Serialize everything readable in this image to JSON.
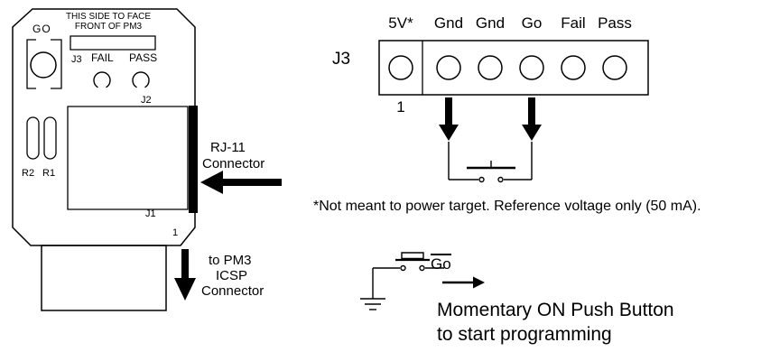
{
  "board": {
    "note_line1": "THIS SIDE TO FACE",
    "note_line2": "FRONT OF PM3",
    "go": "GO",
    "j3": "J3",
    "fail": "FAIL",
    "pass": "PASS",
    "j2": "J2",
    "r2": "R2",
    "r1": "R1",
    "j1": "J1",
    "pin1": "1"
  },
  "callouts": {
    "rj11_line1": "RJ-11",
    "rj11_line2": "Connector",
    "icsp_line1": "to PM3",
    "icsp_line2": "ICSP",
    "icsp_line3": "Connector"
  },
  "pinout": {
    "j3": "J3",
    "pin1": "1",
    "pins": [
      "5V*",
      "Gnd",
      "Gnd",
      "Go",
      "Fail",
      "Pass"
    ],
    "note": "*Not meant to power target. Reference voltage only (50 mA)."
  },
  "pushbutton": {
    "go": "Go",
    "caption_line1": "Momentary ON Push Button",
    "caption_line2": "to start programming"
  },
  "colors": {
    "line": "#000000",
    "background": "#ffffff"
  }
}
